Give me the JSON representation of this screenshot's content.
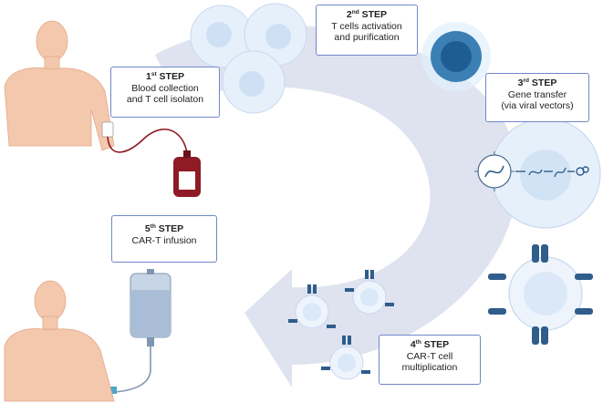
{
  "steps": [
    {
      "num": "1",
      "suffix": "st",
      "word": "STEP",
      "lines": [
        "Blood collection",
        "and  T cell isolaton"
      ]
    },
    {
      "num": "2",
      "suffix": "nd",
      "word": "STEP",
      "lines": [
        "T cells activation",
        "and purification"
      ]
    },
    {
      "num": "3",
      "suffix": "rd",
      "word": "STEP",
      "lines": [
        "Gene transfer",
        "(via viral vectors)"
      ]
    },
    {
      "num": "4",
      "suffix": "th",
      "word": "STEP",
      "lines": [
        "CAR-T cell",
        "multiplication"
      ]
    },
    {
      "num": "5",
      "suffix": "th",
      "word": "STEP",
      "lines": [
        "CAR-T infusion"
      ]
    }
  ],
  "colors": {
    "arrow": "#dde1ef",
    "border": "#6f88c9",
    "cell": "#dbe8f8",
    "receptor": "#2f5d8c",
    "skin": "#f4c8ad",
    "blood": "#8e1b25"
  },
  "icons": [
    "human-figure-icon",
    "blood-bag-icon",
    "t-cell-icon",
    "activated-t-cell-icon",
    "virus-icon",
    "dna-icon",
    "car-t-cell-icon",
    "iv-bag-icon"
  ]
}
